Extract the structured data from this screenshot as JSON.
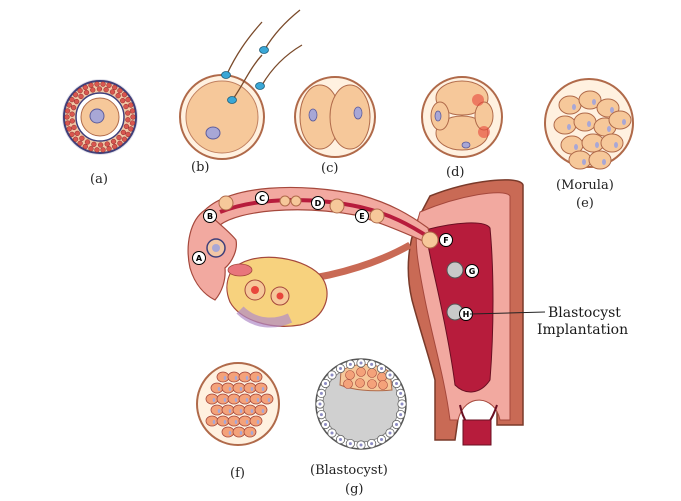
{
  "labels": {
    "a": "(a)",
    "b": "(b)",
    "c": "(c)",
    "d": "(d)",
    "morula": "(Morula)",
    "e": "(e)",
    "f": "(f)",
    "blastocyst": "(Blastocyst)",
    "g": "(g)"
  },
  "markers": [
    "A",
    "B",
    "C",
    "D",
    "E",
    "F",
    "G",
    "H"
  ],
  "callout": {
    "line1": "Blastocyst",
    "line2": "Implantation"
  },
  "colors": {
    "ovum_fill": "#f6c89a",
    "ovum_edge": "#b06a4a",
    "nucleus": "#a8a7d6",
    "granulosa": "#d9564f",
    "zona": "#3f3f7a",
    "uterus_wall": "#f2a9a0",
    "uterus_cavity": "#b71c3c",
    "uterus_outer": "#c96a55",
    "ovary": "#f7d27e",
    "sperm_head": "#3aa7d6"
  }
}
